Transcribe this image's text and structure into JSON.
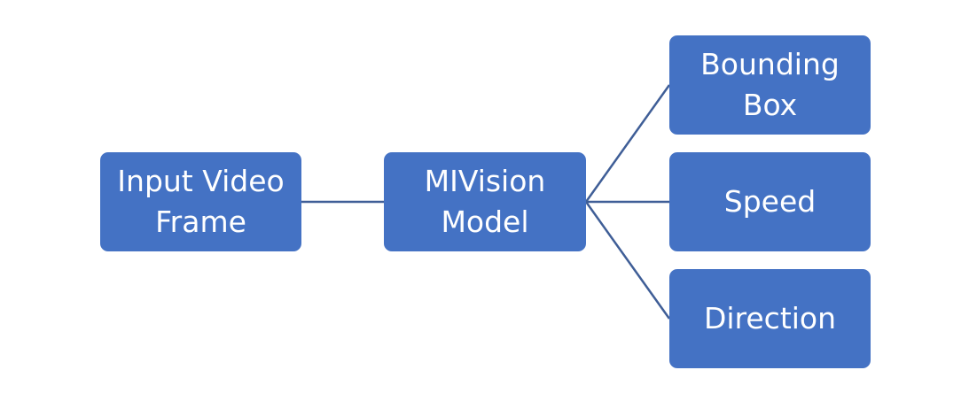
{
  "diagram": {
    "colors": {
      "node_fill": "#4472c4",
      "node_text": "#ffffff",
      "connector": "#3f5e97",
      "background": "#ffffff"
    },
    "nodes": {
      "input": {
        "label": "Input Video\nFrame"
      },
      "model": {
        "label": "MIVision\nModel"
      },
      "bounding_box": {
        "label": "Bounding\nBox"
      },
      "speed": {
        "label": "Speed"
      },
      "direction": {
        "label": "Direction"
      }
    },
    "edges": [
      {
        "from": "input",
        "to": "model"
      },
      {
        "from": "model",
        "to": "bounding_box"
      },
      {
        "from": "model",
        "to": "speed"
      },
      {
        "from": "model",
        "to": "direction"
      }
    ]
  }
}
